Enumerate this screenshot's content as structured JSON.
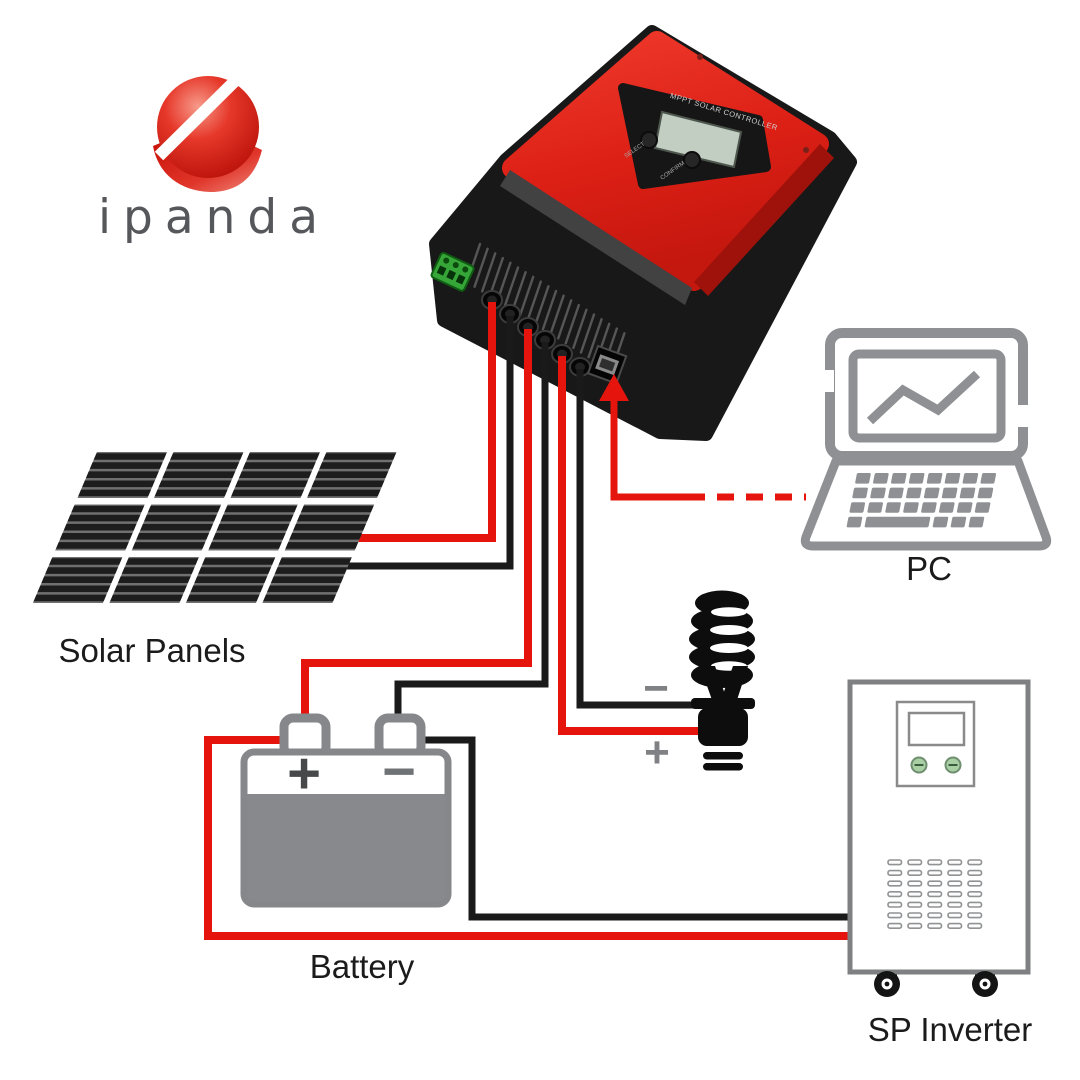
{
  "brand": {
    "name": "ipanda"
  },
  "labels": {
    "solar_panels": "Solar Panels",
    "battery": "Battery",
    "pc": "PC",
    "inverter": "SP Inverter"
  },
  "controller": {
    "panel_title": "MPPT SOLAR CONTROLLER",
    "button_left": "SELECT",
    "button_right": "CONFIRM"
  },
  "polarity": {
    "load_minus": "−",
    "load_plus": "+",
    "battery_plus": "+",
    "battery_minus": "−"
  },
  "colors": {
    "wire_positive": "#e5150d",
    "wire_negative": "#1a1a1a",
    "icon_gray": "#8e9094",
    "brand_red": "#c8100c",
    "label_text": "#1b1b1b"
  },
  "figures": {
    "solar_grid": {
      "rows": 3,
      "cols": 4,
      "stripes_per_cell": 5
    },
    "controller_vents": {
      "count": 20
    },
    "inverter_vents": {
      "rows": 7,
      "cols": 5
    },
    "keyboard": {
      "rows": 3,
      "cols": 8,
      "spacebar": true
    }
  }
}
